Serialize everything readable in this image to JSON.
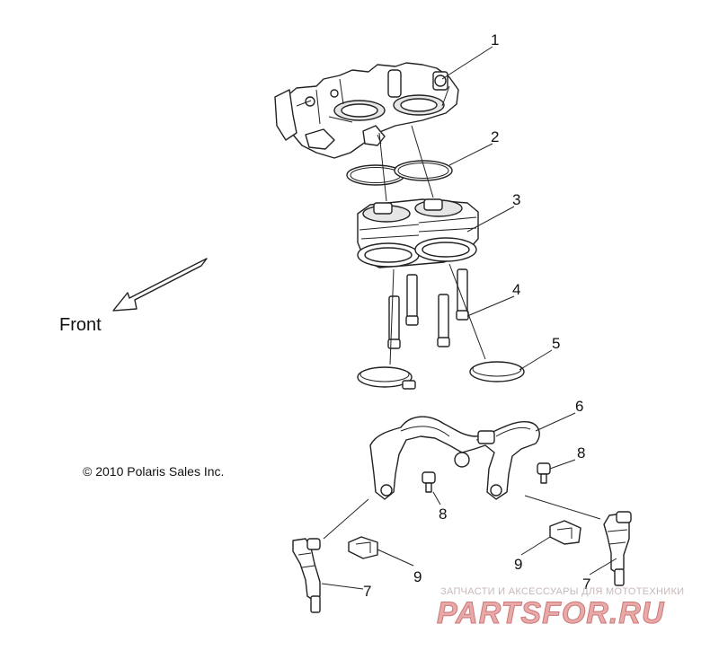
{
  "labels": {
    "front": "Front",
    "copyright": "© 2010 Polaris Sales Inc."
  },
  "callouts": [
    "1",
    "2",
    "3",
    "4",
    "5",
    "6",
    "8",
    "8",
    "7",
    "9",
    "9",
    "7"
  ],
  "watermark": {
    "tagline": "ЗАПЧАСТИ И АКСЕССУАРЫ ДЛЯ МОТОТЕХНИКИ",
    "brand": "PARTSFOR.RU"
  },
  "colors": {
    "line": "#222222",
    "watermark": "#e8a9a9"
  }
}
